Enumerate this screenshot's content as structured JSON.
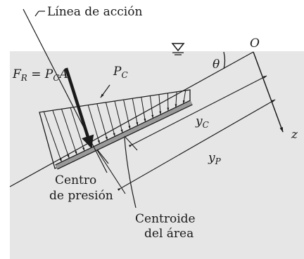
{
  "labels": {
    "line_of_action": "Línea de acción",
    "resultant_force": "F",
    "resultant_force_sub": "R",
    "force_equals": " = P",
    "force_equals_sub": "C",
    "force_area": "A",
    "pressure": "P",
    "pressure_sub": "C",
    "theta": "θ",
    "origin": "O",
    "z_axis": "z",
    "y_c": "y",
    "y_c_sub": "C",
    "y_p": "y",
    "y_p_sub": "P",
    "center_pressure_line1": "Centro",
    "center_pressure_line2": "de presión",
    "centroid_line1": "Centroide",
    "centroid_line2": "del área"
  },
  "colors": {
    "fluid": "#e6e6e6",
    "plate": "#9a9a9a",
    "ink": "#1a1a1a"
  },
  "symbols": {
    "free_surface": "free-surface-triangle-icon"
  }
}
